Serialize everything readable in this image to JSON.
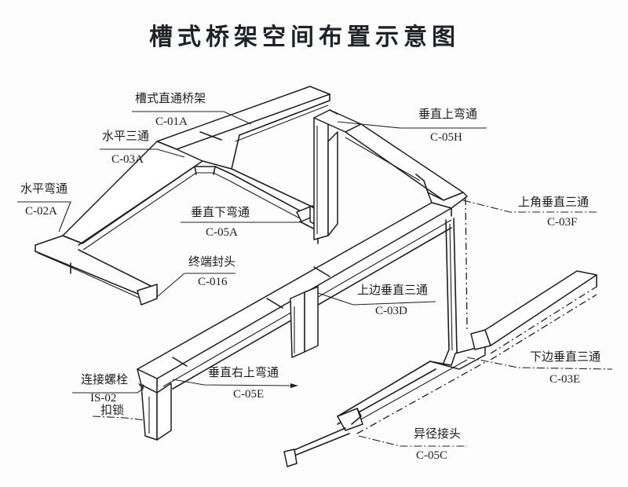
{
  "title": "槽式桥架空间布置示意图",
  "colors": {
    "ink": "#1e1e1e",
    "paper": "#fdfdfd"
  },
  "labels": [
    {
      "id": "straight-tray",
      "name": "槽式直通桥架",
      "code": "C-01A"
    },
    {
      "id": "horizontal-tee",
      "name": "水平三通",
      "code": "C-03A"
    },
    {
      "id": "horizontal-elbow",
      "name": "水平弯通",
      "code": "C-02A"
    },
    {
      "id": "vertical-down-elbow",
      "name": "垂直下弯通",
      "code": "C-05A"
    },
    {
      "id": "end-cap",
      "name": "终端封头",
      "code": "C-016"
    },
    {
      "id": "vertical-up-elbow",
      "name": "垂直上弯通",
      "code": "C-05H"
    },
    {
      "id": "corner-vertical-tee",
      "name": "上角垂直三通",
      "code": "C-03F"
    },
    {
      "id": "upper-vertical-tee",
      "name": "上边垂直三通",
      "code": "C-03D"
    },
    {
      "id": "lower-vertical-tee",
      "name": "下边垂直三通",
      "code": "C-03E"
    },
    {
      "id": "vertical-right-up-elbow",
      "name": "垂直右上弯通",
      "code": "C-05E"
    },
    {
      "id": "connection-bolt",
      "name": "连接螺栓",
      "code": "IS-02"
    },
    {
      "id": "lock-clip",
      "name": "扣锁",
      "code": ""
    },
    {
      "id": "reducer",
      "name": "异径接头",
      "code": "C-05C"
    }
  ]
}
